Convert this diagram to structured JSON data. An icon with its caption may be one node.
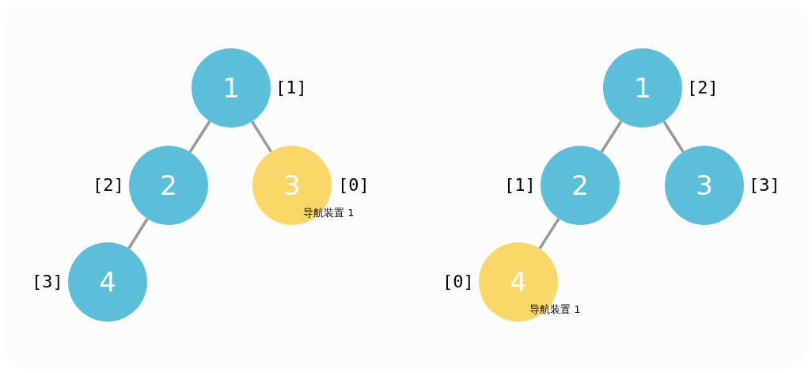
{
  "diagram": {
    "nodes": [
      {
        "text": [
          "1"
        ],
        "beside": [
          "[1]"
        ]
      },
      {
        "text": [
          "2"
        ],
        "beside": [
          "[2]"
        ]
      },
      {
        "text": [
          "3",
          "导航装置 1"
        ],
        "beside": [
          "[0]"
        ]
      },
      {
        "text": [
          "4"
        ],
        "beside": [
          "[3]"
        ]
      },
      {
        "text": [
          "1"
        ],
        "beside": [
          "[2]"
        ]
      },
      {
        "text": [
          "2"
        ],
        "beside": [
          "[1]"
        ]
      },
      {
        "text": [
          "3"
        ],
        "beside": [
          "[3]"
        ]
      },
      {
        "text": [
          "4",
          "导航装置 1"
        ],
        "beside": [
          "[0]"
        ]
      }
    ],
    "edges": [
      {
        "from": 0,
        "to": 1,
        "arrow": "none"
      },
      {
        "from": 0,
        "to": 2,
        "arrow": "none"
      },
      {
        "from": 1,
        "to": 3,
        "arrow": "none"
      },
      {
        "from": 4,
        "to": 5,
        "arrow": "none"
      },
      {
        "from": 4,
        "to": 6,
        "arrow": "none"
      },
      {
        "from": 5,
        "to": 7,
        "arrow": "none"
      }
    ]
  }
}
